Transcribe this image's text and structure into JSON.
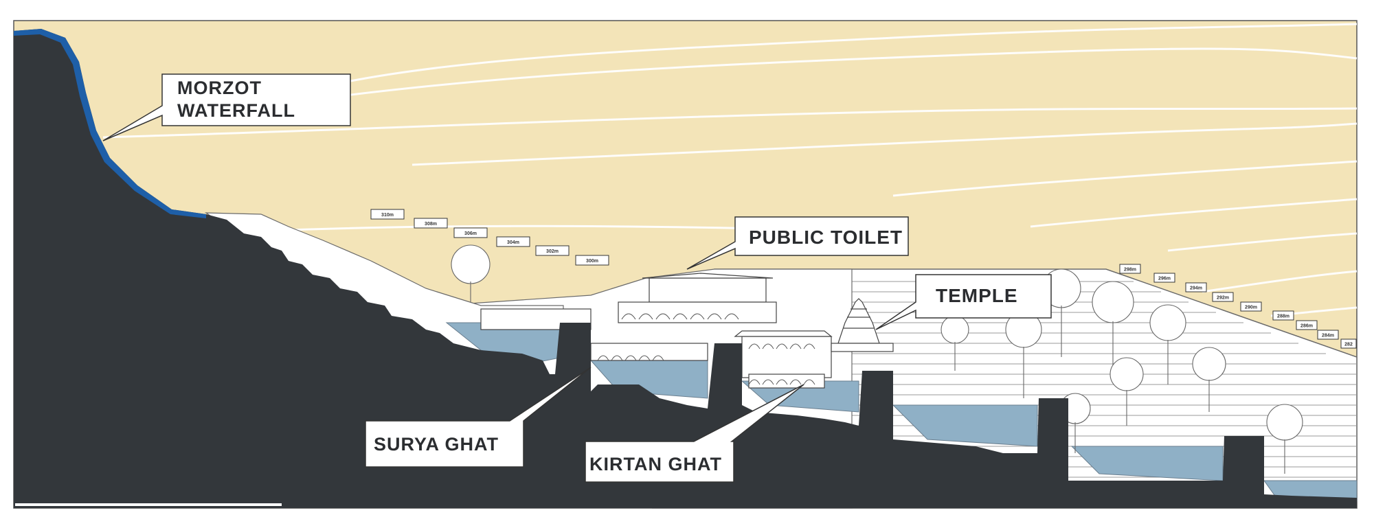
{
  "colors": {
    "sky": "#f3e4b8",
    "terrain": "#33373b",
    "water": "#8fb0c6",
    "waterfall": "#1e5fa8",
    "outline": "#5a5a5a"
  },
  "callouts": {
    "waterfall": [
      "MORZOT",
      "WATERFALL"
    ],
    "public_toilet": "PUBLIC TOILET",
    "temple": "TEMPLE",
    "surya_ghat": "SURYA GHAT",
    "kirtan_ghat": "KIRTAN GHAT"
  },
  "level_tags": {
    "upper": [
      "310m",
      "308m",
      "306m",
      "304m",
      "302m",
      "300m"
    ],
    "lower": [
      "298m",
      "296m",
      "294m",
      "292m",
      "290m",
      "288m",
      "286m",
      "284m",
      "282"
    ]
  }
}
